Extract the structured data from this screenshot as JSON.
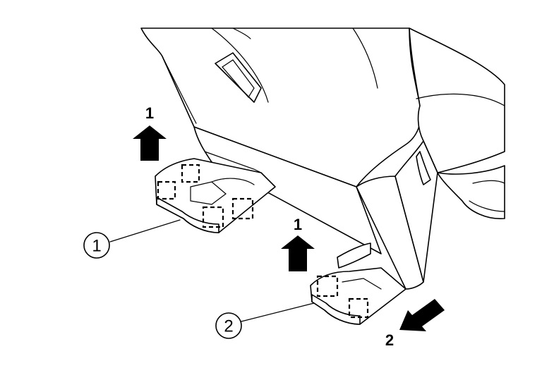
{
  "diagram": {
    "callouts": [
      {
        "id": "callout-1",
        "label": "1"
      },
      {
        "id": "callout-2",
        "label": "2"
      }
    ],
    "arrow_labels": {
      "up_arrow_upper": "1",
      "up_arrow_lower": "1",
      "diagonal_arrow": "2"
    },
    "colors": {
      "line": "#000000",
      "fill": "#ffffff",
      "arrow": "#000000"
    }
  }
}
